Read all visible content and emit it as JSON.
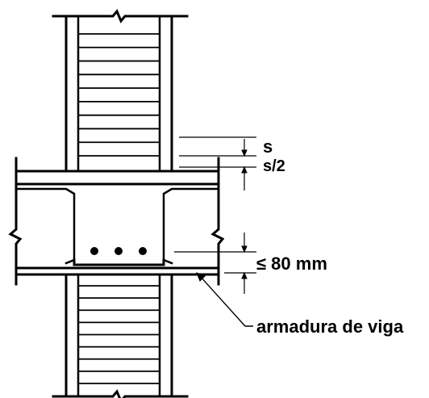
{
  "labels": {
    "spacing": "s",
    "half_spacing": "s/2",
    "max_cover": "≤ 80 mm",
    "beam_reinforcement": "armadura de viga"
  },
  "colors": {
    "ink": "#000000",
    "background": "#ffffff"
  },
  "column": {
    "upper_stirrup_count": 10,
    "lower_stirrup_count": 9,
    "beam_bar_count": 3
  }
}
